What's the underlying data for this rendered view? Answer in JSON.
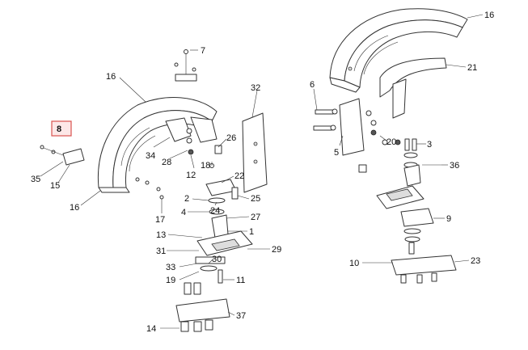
{
  "callouts": [
    {
      "id": "c16a",
      "text": "16"
    },
    {
      "id": "c7",
      "text": "7"
    },
    {
      "id": "c32",
      "text": "32"
    },
    {
      "id": "c8",
      "text": "8"
    },
    {
      "id": "c34",
      "text": "34"
    },
    {
      "id": "c28",
      "text": "28"
    },
    {
      "id": "c26",
      "text": "26"
    },
    {
      "id": "c12",
      "text": "12"
    },
    {
      "id": "c18",
      "text": "18"
    },
    {
      "id": "c35",
      "text": "35"
    },
    {
      "id": "c15",
      "text": "15"
    },
    {
      "id": "c22",
      "text": "22"
    },
    {
      "id": "c2",
      "text": "2"
    },
    {
      "id": "c25",
      "text": "25"
    },
    {
      "id": "c24",
      "text": "24"
    },
    {
      "id": "c16b",
      "text": "16"
    },
    {
      "id": "c4",
      "text": "4"
    },
    {
      "id": "c27",
      "text": "27"
    },
    {
      "id": "c17",
      "text": "17"
    },
    {
      "id": "c13",
      "text": "13"
    },
    {
      "id": "c1",
      "text": "1"
    },
    {
      "id": "c31",
      "text": "31"
    },
    {
      "id": "c29",
      "text": "29"
    },
    {
      "id": "c30",
      "text": "30"
    },
    {
      "id": "c33",
      "text": "33"
    },
    {
      "id": "c19",
      "text": "19"
    },
    {
      "id": "c11",
      "text": "11"
    },
    {
      "id": "c37",
      "text": "37"
    },
    {
      "id": "c14",
      "text": "14"
    },
    {
      "id": "c16c",
      "text": "16"
    },
    {
      "id": "c21",
      "text": "21"
    },
    {
      "id": "c6",
      "text": "6"
    },
    {
      "id": "c5",
      "text": "5"
    },
    {
      "id": "c20",
      "text": "20"
    },
    {
      "id": "c3",
      "text": "3"
    },
    {
      "id": "c36",
      "text": "36"
    },
    {
      "id": "c9",
      "text": "9"
    },
    {
      "id": "c10",
      "text": "10"
    },
    {
      "id": "c23",
      "text": "23"
    }
  ],
  "highlighted_callout": "8",
  "colors": {
    "highlight_border": "#d9534f",
    "highlight_fill": "#fde8e8",
    "line": "#333333"
  }
}
